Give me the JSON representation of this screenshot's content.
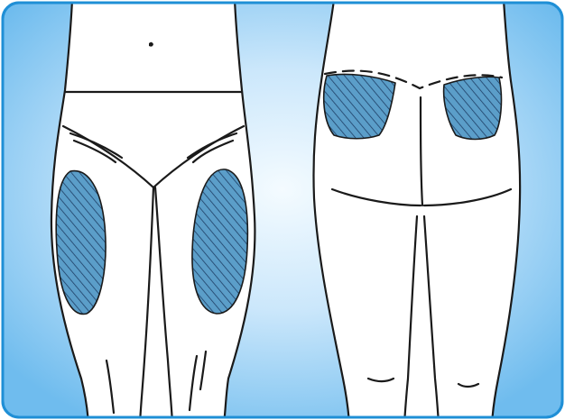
{
  "figure": {
    "views": [
      "front",
      "back"
    ],
    "regions": [
      {
        "view": "front",
        "label": "left-thigh",
        "pattern": "hatched"
      },
      {
        "view": "front",
        "label": "right-thigh",
        "pattern": "hatched"
      },
      {
        "view": "back",
        "label": "left-buttock",
        "pattern": "hatched"
      },
      {
        "view": "back",
        "label": "right-buttock",
        "pattern": "hatched"
      }
    ],
    "colors": {
      "border": "#1f8fd6",
      "background_center": "#eef8ff",
      "background_edge": "#7cc3f0",
      "region_fill": "#5b9ec9",
      "hatch_line": "#1e3f66",
      "outline": "#1a1a1a",
      "skin": "#ffffff"
    }
  }
}
